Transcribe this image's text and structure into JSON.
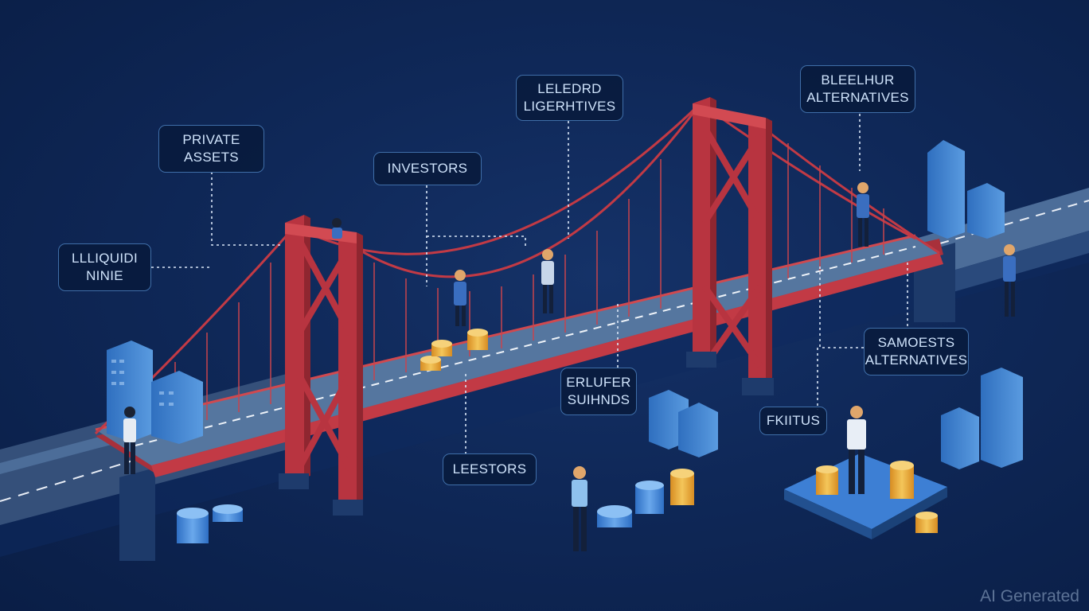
{
  "labels": {
    "private_assets": {
      "line1": "PRIVATE",
      "line2": "ASSETS"
    },
    "illiquid": {
      "line1": "LLLIQUIDI",
      "line2": "NINIE"
    },
    "investors_top": {
      "line1": "INVESTORS"
    },
    "leledrd": {
      "line1": "LELEDRD",
      "line2": "LIGERHTIVES"
    },
    "bleelhur": {
      "line1": "BLEELHUR",
      "line2": "ALTERNATIVES"
    },
    "samoests": {
      "line1": "SAMOESTS",
      "line2": "ALTERNATIVES"
    },
    "erlufer": {
      "line1": "ERLUFER",
      "line2": "SUIHNDS"
    },
    "fkiitus": {
      "line1": "FKIITUS"
    },
    "leestors": {
      "line1": "LEESTORS"
    }
  },
  "watermark": "AI Generated",
  "colors": {
    "background": "#0d2452",
    "bridge_red": "#c23a45",
    "road": "#4c6d99",
    "building_blue": "#3f80cf",
    "coin_gold": "#e8a93a",
    "label_border": "#3f6ea8",
    "label_text": "#cfe3fb"
  }
}
